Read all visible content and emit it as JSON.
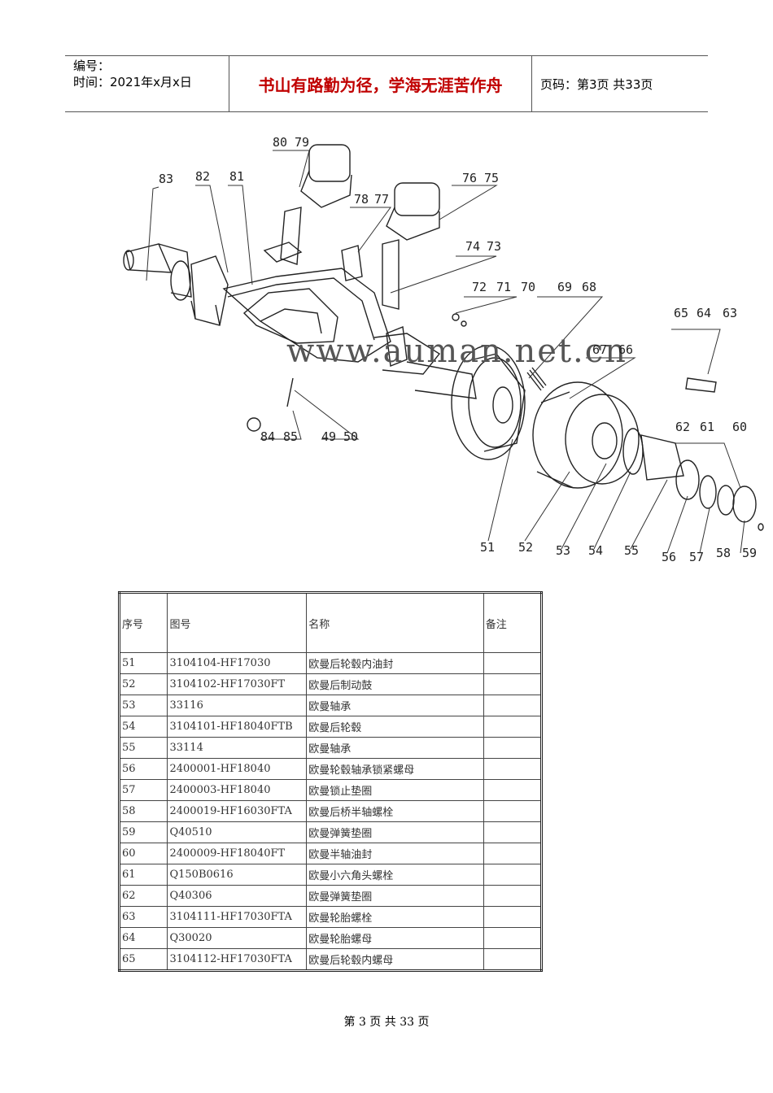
{
  "header": {
    "serial_label": "编号：",
    "time_label": "时间：2021年x月x日",
    "slogan": "书山有路勤为径，学海无涯苦作舟",
    "page_label": "页码：第3页  共33页"
  },
  "diagram": {
    "watermark": "www.auman.net.cn",
    "callouts": [
      "80",
      "79",
      "83",
      "82",
      "81",
      "76",
      "75",
      "78",
      "77",
      "74",
      "73",
      "72",
      "71",
      "70",
      "69",
      "68",
      "67",
      "66",
      "65",
      "64",
      "63",
      "84",
      "85",
      "49",
      "50",
      "62",
      "61",
      "60",
      "51",
      "52",
      "53",
      "54",
      "55",
      "56",
      "57",
      "58",
      "59"
    ]
  },
  "table": {
    "headers": [
      "序号",
      "图号",
      "名称",
      "备注"
    ],
    "rows": [
      [
        "51",
        "3104104-HF17030",
        "欧曼后轮毂内油封",
        ""
      ],
      [
        "52",
        "3104102-HF17030FT",
        "欧曼后制动鼓",
        ""
      ],
      [
        "53",
        "33116",
        "欧曼轴承",
        ""
      ],
      [
        "54",
        "3104101-HF18040FTB",
        "欧曼后轮毂",
        ""
      ],
      [
        "55",
        "33114",
        "欧曼轴承",
        ""
      ],
      [
        "56",
        "2400001-HF18040",
        "欧曼轮毂轴承锁紧螺母",
        ""
      ],
      [
        "57",
        "2400003-HF18040",
        "欧曼锁止垫圈",
        ""
      ],
      [
        "58",
        "2400019-HF16030FTA",
        "欧曼后桥半轴螺栓",
        ""
      ],
      [
        "59",
        "Q40510",
        "欧曼弹簧垫圈",
        ""
      ],
      [
        "60",
        "2400009-HF18040FT",
        "欧曼半轴油封",
        ""
      ],
      [
        "61",
        "Q150B0616",
        "欧曼小六角头螺栓",
        ""
      ],
      [
        "62",
        "Q40306",
        "欧曼弹簧垫圈",
        ""
      ],
      [
        "63",
        "3104111-HF17030FTA",
        "欧曼轮胎螺栓",
        ""
      ],
      [
        "64",
        "Q30020",
        "欧曼轮胎螺母",
        ""
      ],
      [
        "65",
        "3104112-HF17030FTA",
        "欧曼后轮毂内螺母",
        ""
      ]
    ]
  },
  "footer": {
    "page": "第 3 页 共 33 页"
  }
}
